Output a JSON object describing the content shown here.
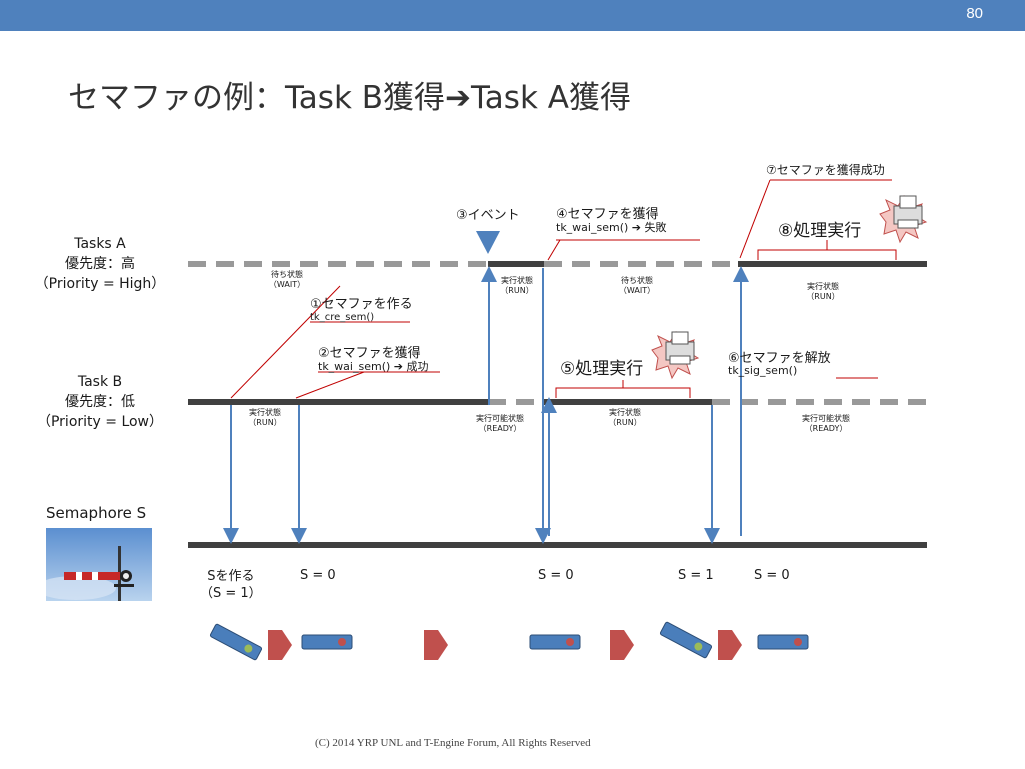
{
  "page_number": "80",
  "title": "セマファの例：Task B獲得➔Task A獲得",
  "footer": "(C) 2014 YRP UNL and T-Engine Forum, All Rights Reserved",
  "task_a": {
    "name": "Tasks A",
    "priority": "優先度：高",
    "priority_en": "（Priority = High）"
  },
  "task_b": {
    "name": "Task B",
    "priority": "優先度：低",
    "priority_en": "（Priority = Low）"
  },
  "semaphore": {
    "label": "Semaphore S"
  },
  "states": {
    "a_wait1": [
      "待ち状態",
      "（WAIT）"
    ],
    "a_run1": [
      "実行状態",
      "（RUN）"
    ],
    "a_wait2": [
      "待ち状態",
      "（WAIT）"
    ],
    "a_run2": [
      "実行状態",
      "（RUN）"
    ],
    "b_run1": [
      "実行状態",
      "（RUN）"
    ],
    "b_ready1": [
      "実行可能状態",
      "（READY）"
    ],
    "b_run2": [
      "実行状態",
      "（RUN）"
    ],
    "b_ready2": [
      "実行可能状態",
      "（READY）"
    ]
  },
  "steps": {
    "s1": "①セマファを作る",
    "s1_call": "tk_cre_sem()",
    "s2": "②セマファを獲得",
    "s2_call": "tk_wai_sem() ➔ 成功",
    "s3": "③イベント",
    "s4": "④セマファを獲得",
    "s4_call": "tk_wai_sem() ➔ 失敗",
    "s5": "⑤処理実行",
    "s6": "⑥セマファを解放",
    "s6_call": "tk_sig_sem()",
    "s7": "⑦セマファを獲得成功",
    "s8": "⑧処理実行"
  },
  "sem_values": {
    "v1": [
      "Sを作る",
      "（S = 1）"
    ],
    "v2": "S = 0",
    "v3": "S = 0",
    "v4": "S = 1",
    "v5": "S = 0"
  },
  "colors": {
    "header": "#4f81bd",
    "timeline_dark": "#404040",
    "timeline_dashed": "#999999",
    "arrow": "#4f81bd",
    "callout": "#c00000",
    "token_blue": "#4a7ebb",
    "token_red": "#c0504d"
  }
}
